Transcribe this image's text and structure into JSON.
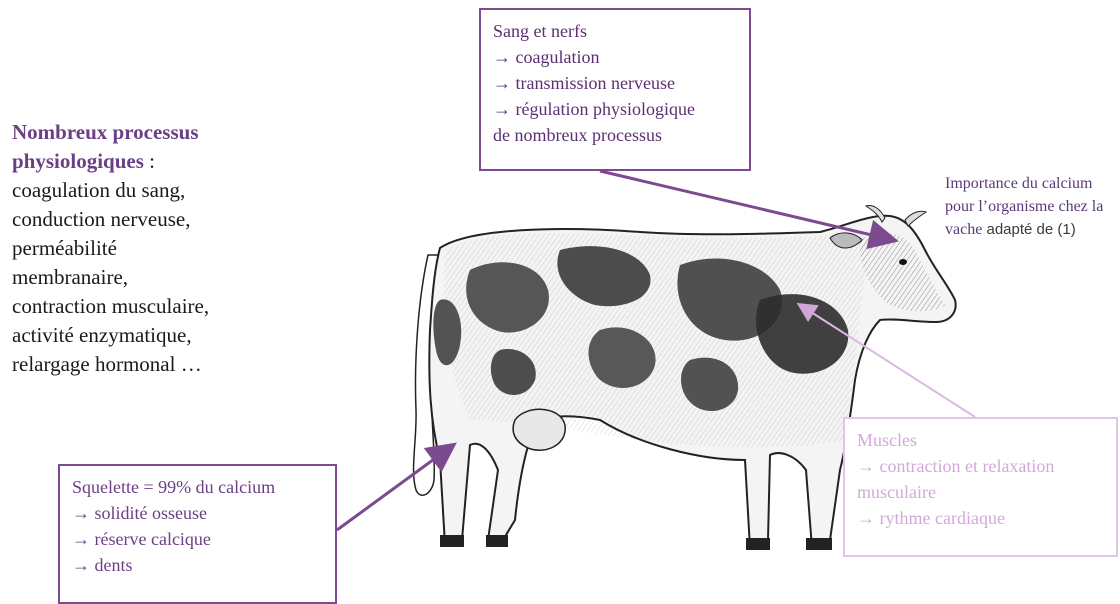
{
  "left_text": {
    "title": "Nombreux processus physiologiques",
    "colon": " :",
    "lines": [
      "coagulation du sang,",
      "conduction nerveuse,",
      "perméabilité",
      "membranaire,",
      "contraction musculaire,",
      "activité enzymatique,",
      "relargage hormonal …"
    ]
  },
  "box_blood": {
    "lines": [
      "Sang et nerfs",
      "→ coagulation",
      "→ transmission nerveuse",
      "→ régulation physiologique",
      "de nombreux processus"
    ]
  },
  "box_skeleton": {
    "lines": [
      "Squelette = 99% du calcium",
      "→ solidité osseuse",
      "→ réserve calcique",
      "→ dents"
    ]
  },
  "box_muscles": {
    "lines": [
      "Muscles",
      "→ contraction et relaxation",
      "musculaire",
      "→ rythme cardiaque"
    ]
  },
  "caption": {
    "main": "Importance du calcium pour l’organisme chez la vache",
    "source": " adapté de (1)"
  },
  "colors": {
    "dark_purple": "#7b4a8f",
    "title_purple": "#6b3f86",
    "light_purple": "#e0c6e6",
    "muscle_text": "#d2a9da"
  }
}
